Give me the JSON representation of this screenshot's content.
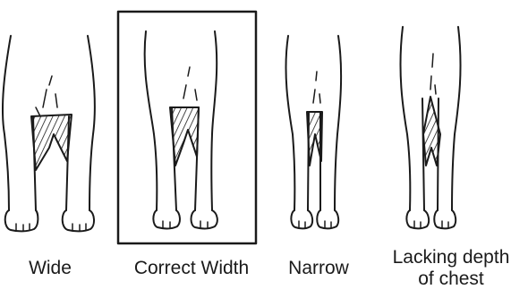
{
  "figure": {
    "panels": [
      {
        "id": "wide",
        "label": "Wide"
      },
      {
        "id": "correct",
        "label": "Correct Width",
        "highlighted": true
      },
      {
        "id": "narrow",
        "label": "Narrow"
      },
      {
        "id": "lacking",
        "label_line1": "Lacking depth",
        "label_line2": "of chest"
      }
    ],
    "colors": {
      "ink": "#1a1a1a",
      "background": "#ffffff"
    }
  }
}
